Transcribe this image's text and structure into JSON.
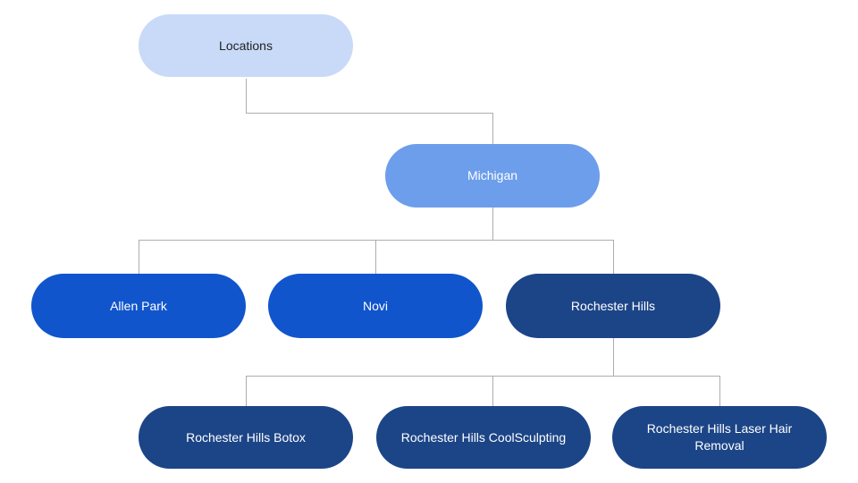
{
  "colors": {
    "canvas-bg": "#ffffff",
    "connector": "#adadad",
    "level1-bg": "#c9daf8",
    "level1-text": "#202124",
    "level2-bg": "#6d9eeb",
    "level3-bg": "#1155cc",
    "level4-bg": "#1c4587",
    "node-text": "#ffffff"
  },
  "tree": {
    "label": "Locations",
    "children": [
      {
        "label": "Michigan",
        "children": [
          {
            "label": "Allen Park"
          },
          {
            "label": "Novi"
          },
          {
            "label": "Rochester Hills",
            "children": [
              {
                "label": "Rochester Hills Botox"
              },
              {
                "label": "Rochester Hills CoolSculpting"
              },
              {
                "label": "Rochester Hills Laser Hair Removal"
              }
            ]
          }
        ]
      }
    ]
  }
}
